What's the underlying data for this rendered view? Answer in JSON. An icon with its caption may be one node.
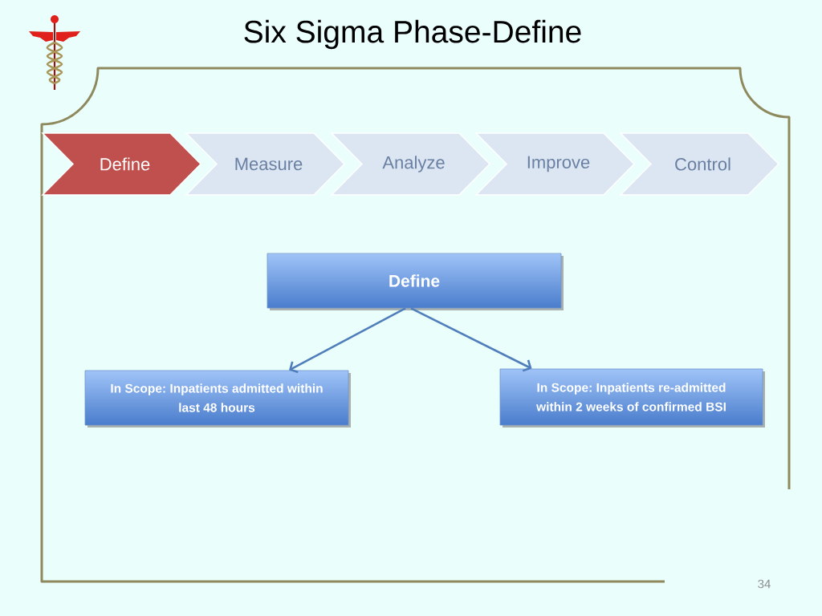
{
  "diagram": {
    "title": "Six Sigma Phase-Define",
    "nodes": [
      {
        "text": [
          "Define"
        ]
      },
      {
        "text": [
          "Measure"
        ]
      },
      {
        "text": [
          "Analyze"
        ]
      },
      {
        "text": [
          "Improve"
        ]
      },
      {
        "text": [
          "Control"
        ]
      },
      {
        "text": [
          "Define"
        ]
      },
      {
        "text": [
          "In Scope: Inpatients admitted within last 48 hours"
        ]
      },
      {
        "text": [
          "In Scope: Inpatients re-admitted within 2 weeks of confirmed BSI"
        ]
      }
    ],
    "edges": [
      {
        "from": 5,
        "to": 6,
        "arrow": "to"
      },
      {
        "from": 5,
        "to": 7,
        "arrow": "to"
      }
    ],
    "labels": [
      "34"
    ]
  }
}
